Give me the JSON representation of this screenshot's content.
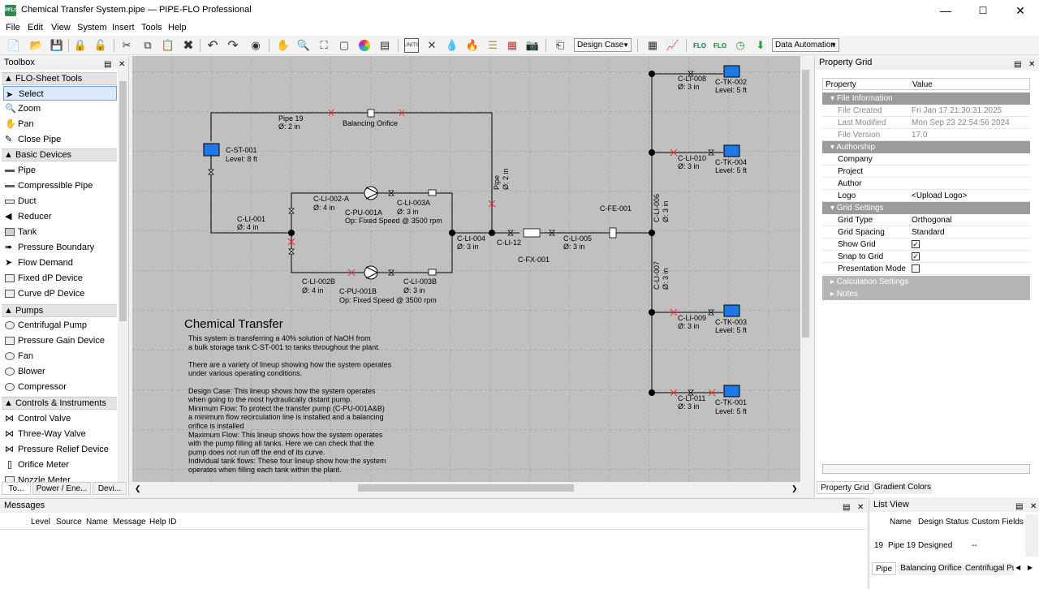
{
  "window": {
    "title": "Chemical Transfer System.pipe — PIPE-FLO Professional",
    "app_icon": "PFLO"
  },
  "menu": [
    "File",
    "Edit",
    "View",
    "System",
    "Insert",
    "Tools",
    "Help"
  ],
  "toolbar": {
    "design_case": "Design Case",
    "data_automation": "Data Automation"
  },
  "toolbox": {
    "title": "Toolbox",
    "categories": [
      {
        "label": "FLO-Sheet Tools",
        "items": [
          "Select",
          "Zoom",
          "Pan",
          "Close Pipe"
        ]
      },
      {
        "label": "Basic Devices",
        "items": [
          "Pipe",
          "Compressible Pipe",
          "Duct",
          "Reducer",
          "Tank",
          "Pressure Boundary",
          "Flow Demand",
          "Fixed dP Device",
          "Curve dP Device"
        ]
      },
      {
        "label": "Pumps",
        "items": [
          "Centrifugal Pump",
          "Pressure Gain Device",
          "Fan",
          "Blower",
          "Compressor"
        ]
      },
      {
        "label": "Controls & Instruments",
        "items": [
          "Control Valve",
          "Three-Way Valve",
          "Pressure Relief Device",
          "Orifice Meter",
          "Nozzle Meter"
        ]
      }
    ],
    "tabs": [
      "To...",
      "Power / Ene...",
      "Devi..."
    ]
  },
  "flowsheet": {
    "labels": {
      "pipe19": "Pipe 19",
      "pipe19_d": "Ø: 2 in",
      "orifice": "Balancing Orifice",
      "st001": "C-ST-001",
      "st001_lvl": "Level: 8 ft",
      "li001": "C-LI-001",
      "li001_d": "Ø: 4 in",
      "li002a": "C-LI-002-A",
      "li002a_d": "Ø: 4 in",
      "li003a": "C-LI-003A",
      "li003a_d": "Ø: 3 in",
      "pu001a": "C-PU-001A",
      "pu001a_op": "Op: Fixed Speed @ 3500 rpm",
      "li002b": "C-LI-002B",
      "li002b_d": "Ø: 4 in",
      "pu001b": "C-PU-001B",
      "pu001b_op": "Op: Fixed Speed @ 3500 rpm",
      "li003b": "C-LI-003B",
      "li003b_d": "Ø: 3 in",
      "li004": "C-LI-004",
      "li004_d": "Ø: 3 in",
      "li12": "C-LI-12",
      "fx001": "C-FX-001",
      "li005": "C-LI-005",
      "li005_d": "Ø: 3 in",
      "fe001": "C-FE-001",
      "pipe_v": "Pipe",
      "pipe_v_d": "Ø: 2 in",
      "li006": "C-LI-006",
      "li006_d": "Ø: 3 in",
      "li007": "C-LI-007",
      "li007_d": "Ø: 3 in",
      "li008": "C-LI-008",
      "li008_d": "Ø: 3 in",
      "tk002": "C-TK-002",
      "tk002_lvl": "Level: 5 ft",
      "li010": "C-LI-010",
      "li010_d": "Ø: 3 in",
      "tk004": "C-TK-004",
      "tk004_lvl": "Level: 5 ft",
      "li009": "C-LI-009",
      "li009_d": "Ø: 3 in",
      "tk003": "C-TK-003",
      "tk003_lvl": "Level: 5 ft",
      "li011": "C-LI-011",
      "li011_d": "Ø: 3 in",
      "tk001": "C-TK-001",
      "tk001_lvl": "Level: 5 ft"
    },
    "note_title": "Chemical Transfer",
    "note_lines": [
      "This system is transferring a 40% solution of NaOH from",
      "a bulk storage tank C-ST-001 to tanks throughout the plant.",
      "",
      "There are a variety of lineup showing how the system operates",
      "under various operating conditions.",
      "",
      "Design Case:  This lineup shows how the system operates",
      "when going to the most hydraulically distant pump.",
      "Minimum Flow:  To protect the transfer pump (C-PU-001A&B)",
      "a minimum flow recirculation line is installed and a balancing",
      "orifice is installed",
      "Maximum Flow:  This lineup shows how the system operates",
      "with the pump filling all tanks.  Here we can check that the",
      "pump does not run off the end of its curve.",
      "Individual tank flows:  These four lineup show how the system",
      "operates when filling each tank within the plant."
    ]
  },
  "property_grid": {
    "title": "Property Grid",
    "col_property": "Property",
    "col_value": "Value",
    "sections": {
      "file_info": "File Information",
      "authorship": "Authorship",
      "grid": "Grid Settings",
      "calc": "Calculation Settings",
      "notes": "Notes"
    },
    "rows": {
      "file_created": {
        "k": "File Created",
        "v": "Fri Jan 17 21:30:31 2025"
      },
      "last_modified": {
        "k": "Last Modified",
        "v": "Mon Sep 23 22:54:56 2024"
      },
      "file_version": {
        "k": "File Version",
        "v": "17.0"
      },
      "company": {
        "k": "Company",
        "v": ""
      },
      "project": {
        "k": "Project",
        "v": ""
      },
      "author": {
        "k": "Author",
        "v": ""
      },
      "logo": {
        "k": "Logo",
        "v": "<Upload Logo>"
      },
      "grid_type": {
        "k": "Grid Type",
        "v": "Orthogonal"
      },
      "grid_spacing": {
        "k": "Grid Spacing",
        "v": "Standard"
      },
      "show_grid": {
        "k": "Show Grid"
      },
      "snap": {
        "k": "Snap to Grid"
      },
      "presentation": {
        "k": "Presentation Mode"
      }
    },
    "tabs": [
      "Property Grid",
      "Gradient Colors"
    ]
  },
  "messages": {
    "title": "Messages",
    "columns": [
      "Level",
      "Source",
      "Name",
      "Message",
      "Help ID"
    ]
  },
  "list_view": {
    "title": "List View",
    "columns": [
      "Name",
      "Design Status",
      "Custom Fields"
    ],
    "row": {
      "num": "19",
      "name": "Pipe 19",
      "status": "Designed",
      "custom": "--"
    },
    "tabs": [
      "Pipe",
      "Balancing Orifice",
      "Centrifugal Pum"
    ]
  }
}
